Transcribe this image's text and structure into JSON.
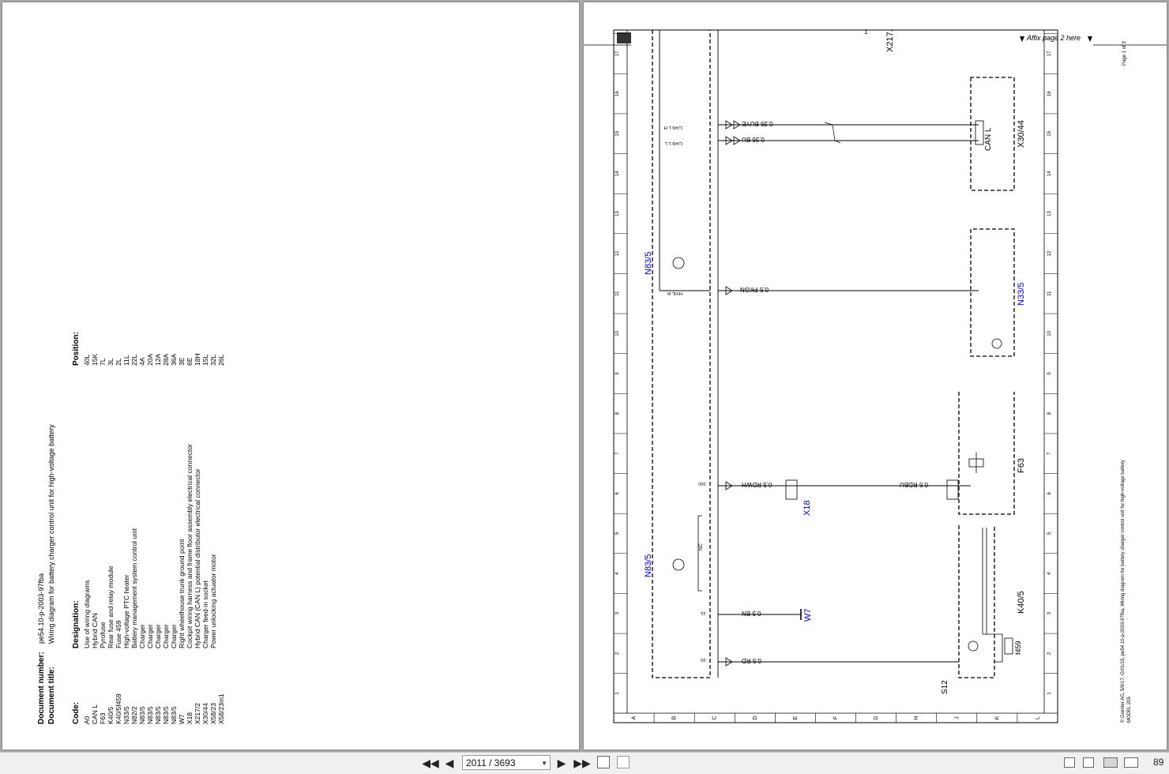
{
  "viewer": {
    "page_indicator": "2011 / 3693",
    "zoom": "89",
    "icons": [
      "first-page-icon",
      "prev-page-icon",
      "next-page-icon",
      "last-page-icon",
      "rotate-page-icon",
      "copy-page-icon",
      "single-page-icon",
      "continuous-icon",
      "two-page-icon",
      "two-page-continuous-icon"
    ]
  },
  "left_page": {
    "doc_number_label": "Document number:",
    "doc_number": "pe54.10-p-2003-97fba",
    "doc_title_label": "Document title:",
    "doc_title": "Wiring diagram for battery charger control unit for high-voltage battery",
    "col_code": "Code:",
    "col_designation": "Designation:",
    "col_position": "Position:",
    "rows": [
      {
        "code": "A0",
        "designation": "Use of wiring diagrams",
        "position": "40L"
      },
      {
        "code": "CAN L",
        "designation": "Hybrid CAN",
        "position": "15K"
      },
      {
        "code": "F63",
        "designation": "Pyrofuse",
        "position": "7L"
      },
      {
        "code": "K40/5",
        "designation": "Rear fuse and relay module",
        "position": "3L"
      },
      {
        "code": "K40/5f459",
        "designation": "Fuse 459",
        "position": "2L"
      },
      {
        "code": "N33/5",
        "designation": "High-voltage PTC heater",
        "position": "11L"
      },
      {
        "code": "N82/2",
        "designation": "Battery management system control unit",
        "position": "22L"
      },
      {
        "code": "N83/5",
        "designation": "Charger",
        "position": "4A"
      },
      {
        "code": "N83/5",
        "designation": "Charger",
        "position": "20A"
      },
      {
        "code": "N83/5",
        "designation": "Charger",
        "position": "12A"
      },
      {
        "code": "N83/5",
        "designation": "Charger",
        "position": "28A"
      },
      {
        "code": "N83/5",
        "designation": "Charger",
        "position": "36A"
      },
      {
        "code": "W7",
        "designation": "Right wheelhouse trunk ground point",
        "position": "3E"
      },
      {
        "code": "X18",
        "designation": "Cockpit wiring harness and frame floor assembly electrical connector",
        "position": "6E"
      },
      {
        "code": "X217/2",
        "designation": "Hybrid CAN (CAN L) potential distributor electrical connector",
        "position": "18H"
      },
      {
        "code": "X30/44",
        "designation": "Charger feed-in socket",
        "position": "15L"
      },
      {
        "code": "X58/23",
        "designation": "Power unlocking actuator motor",
        "position": "32L"
      },
      {
        "code": "X58/23m1",
        "designation": "",
        "position": "26L"
      }
    ]
  },
  "right_page": {
    "affix_note": "Affix page 2 here",
    "page_of": "Page 1 of 3",
    "copyright": "© Daimler AG, 5/9/17, G/01/15, pe54.10-p-2003-97fba, Wiring diagram for battery charger control unit for high-voltage battery",
    "model": "MODEL 205",
    "row_letters": [
      "A",
      "B",
      "C",
      "D",
      "E",
      "F",
      "G",
      "H",
      "J",
      "K",
      "L"
    ],
    "column_numbers": [
      "1",
      "2",
      "3",
      "4",
      "5",
      "6",
      "7",
      "8",
      "9",
      "10",
      "11",
      "12",
      "13",
      "14",
      "15",
      "16",
      "17"
    ],
    "components": {
      "n83_top": "N83/5",
      "n83_bottom": "N83/5",
      "x30_44": "X30/44",
      "can_l": "CAN L",
      "n33_5": "N33/5",
      "f63": "F63",
      "k40_5": "K40/5",
      "f459": "f459",
      "x18": "X18",
      "w7": "W7",
      "s12": "S12",
      "x217": "X217.",
      "x217_pin": "1"
    },
    "wires": {
      "canh_pin": "CAN L H",
      "canh_wire": "0.35 BUYE",
      "canl_pin": "CAN L L",
      "canl_wire": "0.35 BU",
      "hvil_pin": "HVIL in",
      "hvil_wire": "0.5 PKGN",
      "x18_wire_left": "0.5 RDWH",
      "x18_wire_right": "0.5 RDBU",
      "term30c": "30c",
      "w7_pin": "31",
      "w7_wire": "0.5 BN",
      "term30": "30",
      "rd_wire": "0.5 RD",
      "nc_label": "NC"
    }
  }
}
